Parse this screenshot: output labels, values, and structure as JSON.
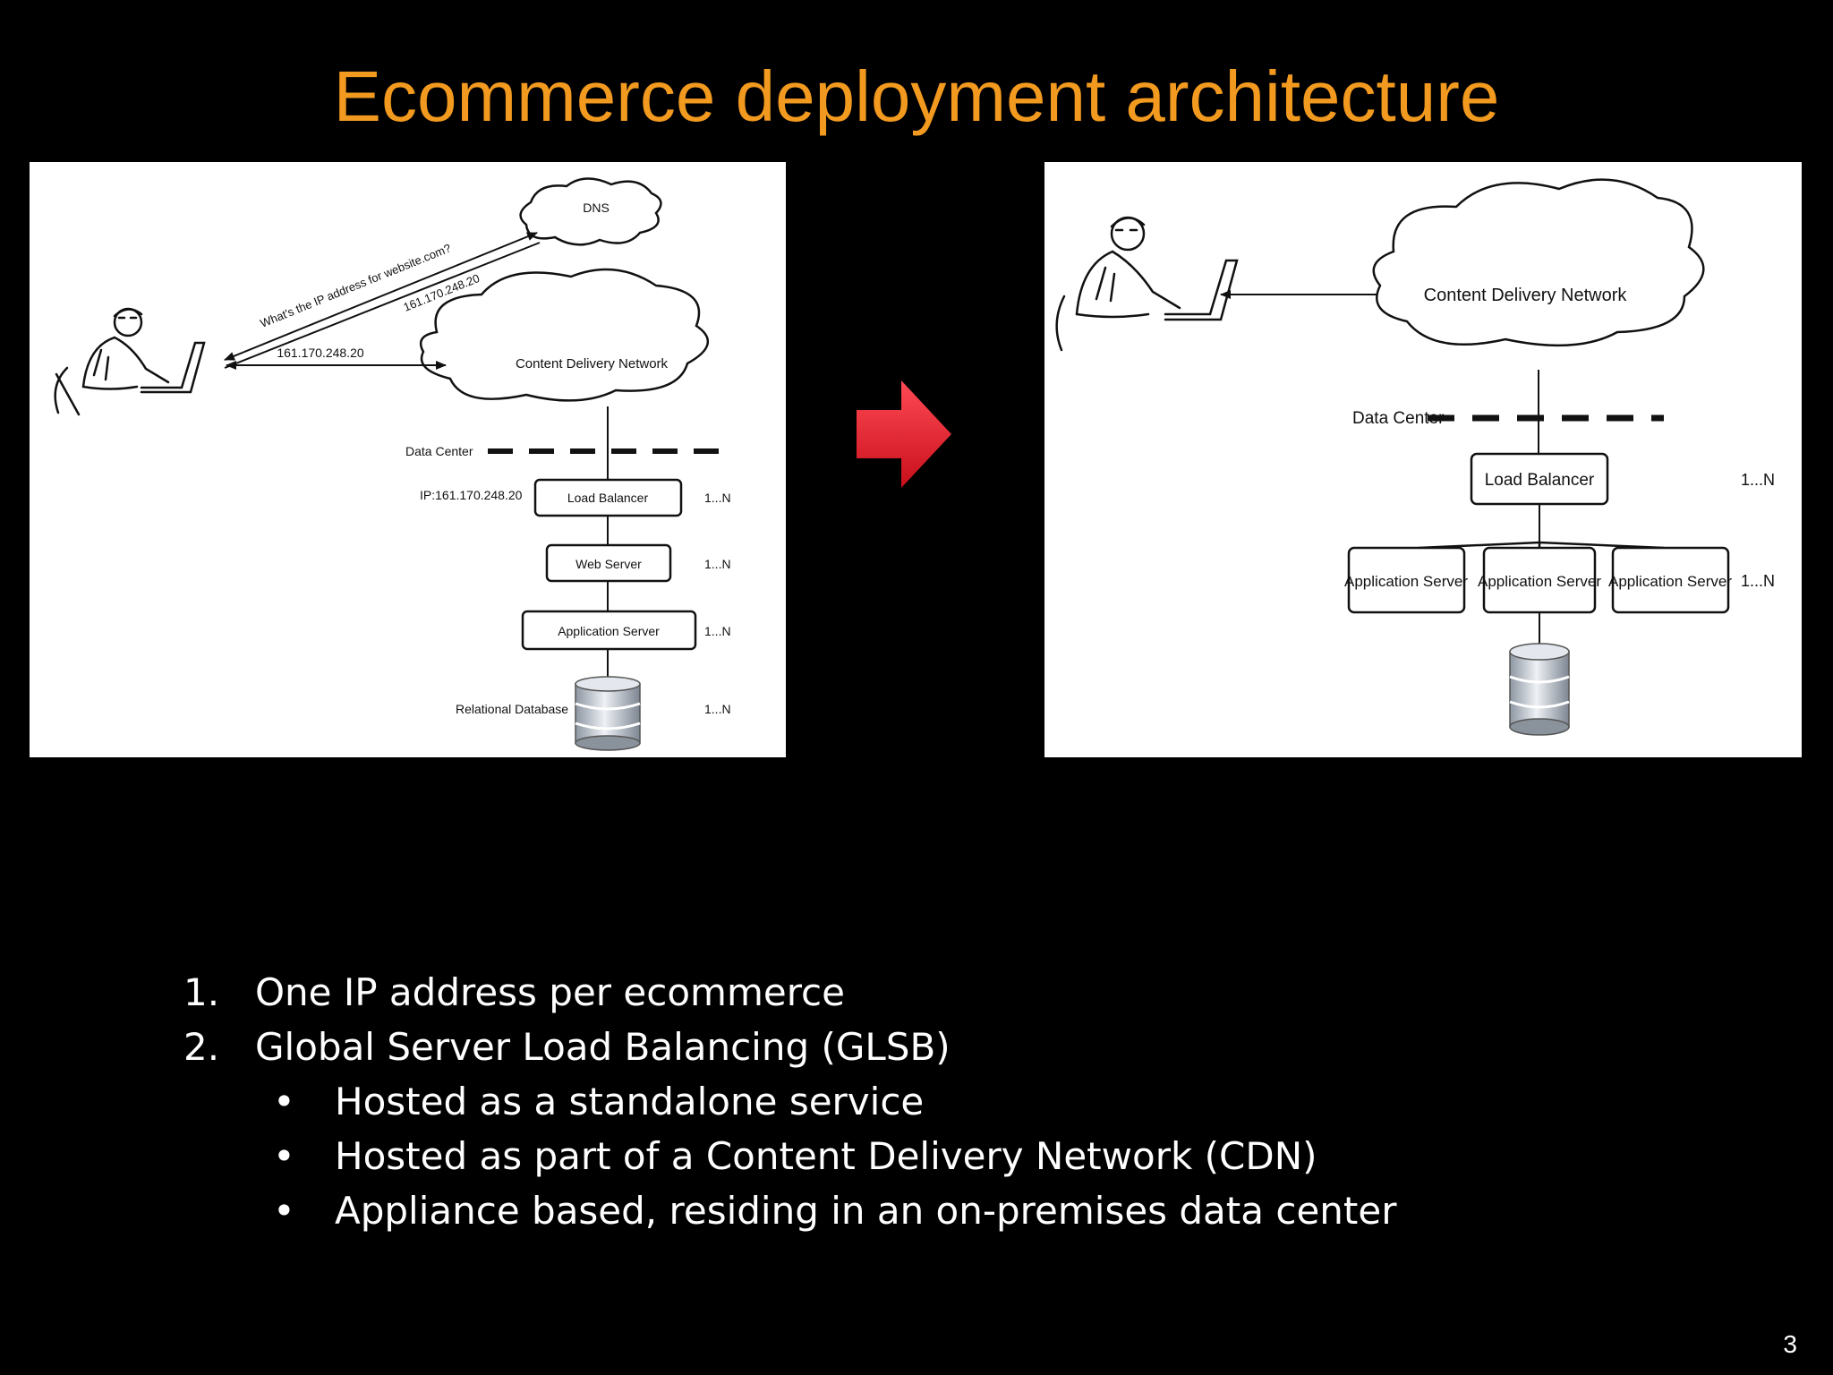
{
  "slide": {
    "title": "Ecommerce deployment architecture",
    "page_number": "3"
  },
  "left_diagram": {
    "dns_label": "DNS",
    "query_label": "What's the IP address for website.com?",
    "dns_reply_ip": "161.170.248.20",
    "cdn_link_ip": "161.170.248.20",
    "cdn_label": "Content Delivery Network",
    "datacenter_label": "Data Center",
    "lb_ip_label": "IP:161.170.248.20",
    "load_balancer_label": "Load Balancer",
    "web_server_label": "Web Server",
    "app_server_label": "Application Server",
    "database_label": "Relational Database",
    "multiplicity": "1...N"
  },
  "right_diagram": {
    "cdn_label": "Content Delivery Network",
    "datacenter_label": "Data Center",
    "load_balancer_label": "Load Balancer",
    "app_server_label": "Application Server",
    "multiplicity": "1...N"
  },
  "arrow_color": "#e8202a",
  "bullets": {
    "items": [
      {
        "number": "1.",
        "text": "One IP address per ecommerce"
      },
      {
        "number": "2.",
        "text": "Global Server Load Balancing (GLSB)"
      }
    ],
    "subitems": [
      {
        "bullet": "•",
        "text": "Hosted as a standalone service"
      },
      {
        "bullet": "•",
        "text": "Hosted as part of a Content Delivery Network (CDN)"
      },
      {
        "bullet": "•",
        "text": "Appliance based, residing in an on-premises data center"
      }
    ]
  }
}
